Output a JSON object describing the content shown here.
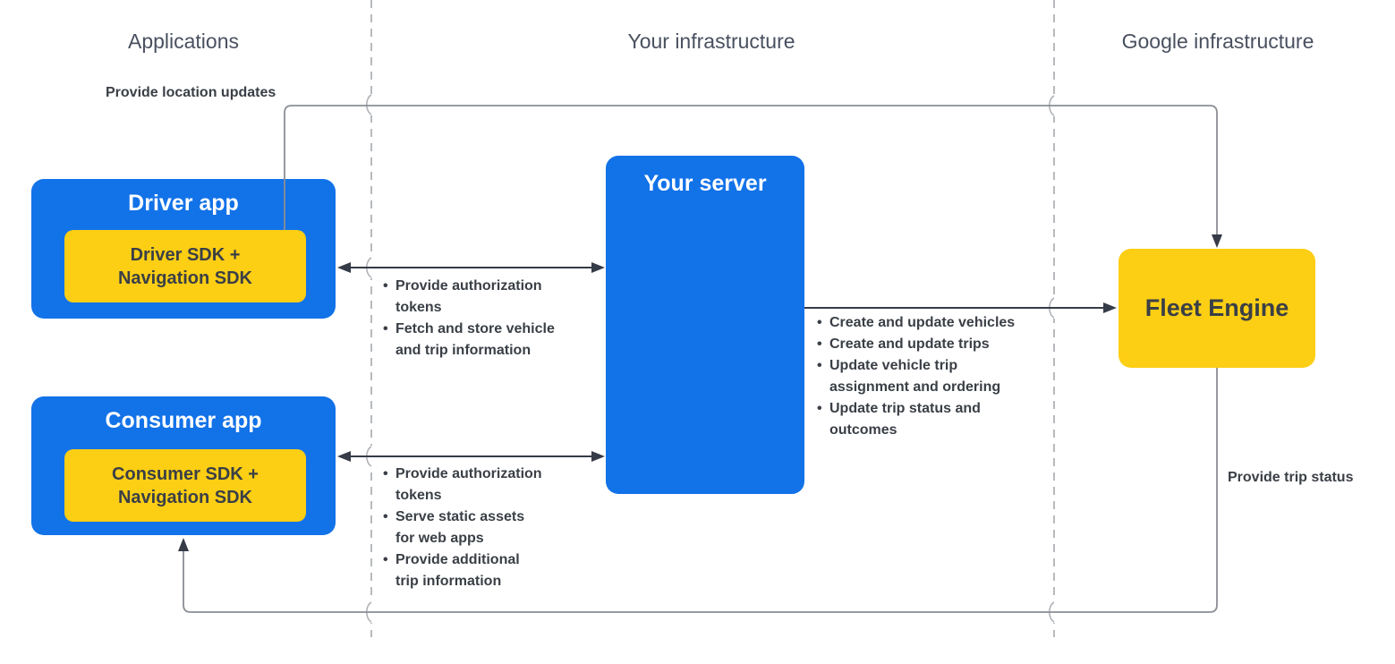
{
  "columns": [
    {
      "label": "Applications"
    },
    {
      "label": "Your infrastructure"
    },
    {
      "label": "Google infrastructure"
    }
  ],
  "nodes": {
    "driver_app": {
      "title": "Driver app",
      "sdk_label": "Driver SDK +\nNavigation SDK"
    },
    "consumer_app": {
      "title": "Consumer app",
      "sdk_label": "Consumer SDK +\nNavigation SDK"
    },
    "your_server": {
      "title": "Your server"
    },
    "fleet_engine": {
      "title": "Fleet Engine"
    }
  },
  "edges": {
    "driver_to_fleet": {
      "label": "Provide location updates"
    },
    "fleet_to_consumer": {
      "label": "Provide trip status"
    },
    "driver_server": {
      "bullets": [
        "Provide authorization\ntokens",
        "Fetch and store vehicle\nand trip information"
      ]
    },
    "server_fleet": {
      "bullets": [
        "Create and update vehicles",
        "Create and update trips",
        "Update vehicle trip\nassignment and ordering",
        "Update trip status and\noutcomes"
      ]
    },
    "consumer_server": {
      "bullets": [
        "Provide authorization\ntokens",
        "Serve static assets\nfor web apps",
        "Provide additional\ntrip information"
      ]
    }
  },
  "colors": {
    "node_blue": "#1272e8",
    "node_yellow": "#fcce14",
    "text_dark": "#3a3f46",
    "text_on_blue": "#ffffff",
    "header_gray": "#49505f",
    "connector_gray": "#8a8e94",
    "arrow_dark": "#353b47",
    "divider_dashed_gray": "#b7babd"
  }
}
